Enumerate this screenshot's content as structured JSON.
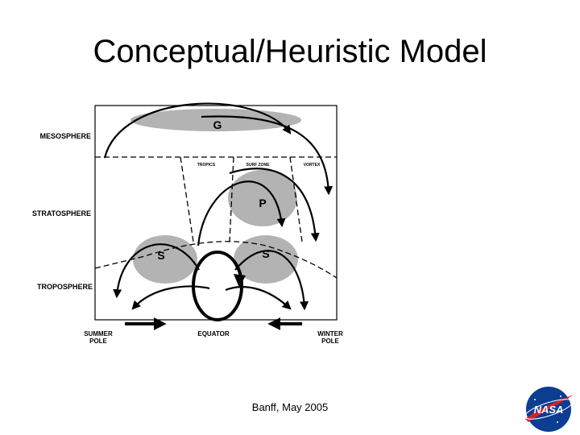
{
  "slide": {
    "title": "Conceptual/Heuristic Model",
    "footer": "Banff, May 2005"
  },
  "diagram": {
    "layers": {
      "mesosphere": "MESOSPHERE",
      "stratosphere": "STRATOSPHERE",
      "troposphere": "TROPOSPHERE"
    },
    "regions": {
      "tropics": "TROPICS",
      "surf_zone": "SURF ZONE",
      "vortex": "VORTEX"
    },
    "cells": {
      "g": "G",
      "p": "P",
      "s_left": "S",
      "s_right": "S"
    },
    "bottom_labels": {
      "summer_pole_line1": "SUMMER",
      "summer_pole_line2": "POLE",
      "equator": "EQUATOR",
      "winter_pole_line1": "WINTER",
      "winter_pole_line2": "POLE"
    }
  },
  "logo": {
    "text": "NASA",
    "colors": {
      "globe": "#0b3d91",
      "chevron": "#d5202e"
    }
  },
  "colors": {
    "shade": "#b3b3b3",
    "stroke": "#000000",
    "background": "#ffffff"
  }
}
